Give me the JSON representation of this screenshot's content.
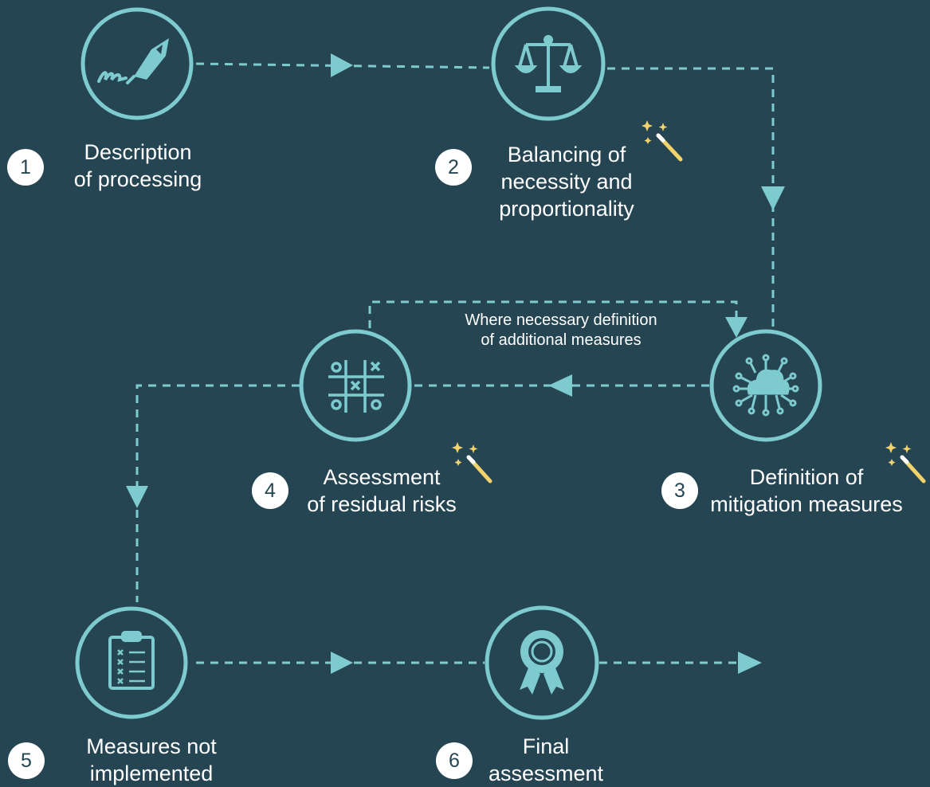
{
  "colors": {
    "background": "#264553",
    "accent": "#7ecbcf",
    "badge": "#ffffff",
    "sparkle": "#f3d36b"
  },
  "steps": [
    {
      "number": "1",
      "lines": [
        "Description",
        "of processing"
      ],
      "icon": "signature-pen-icon"
    },
    {
      "number": "2",
      "lines": [
        "Balancing of",
        "necessity and",
        "proportionality"
      ],
      "icon": "balance-scale-icon"
    },
    {
      "number": "3",
      "lines": [
        "Definition of",
        "mitigation measures"
      ],
      "icon": "cloud-network-icon"
    },
    {
      "number": "4",
      "lines": [
        "Assessment",
        "of residual risks"
      ],
      "icon": "tic-tac-toe-icon"
    },
    {
      "number": "5",
      "lines": [
        "Measures not",
        "implemented"
      ],
      "icon": "clipboard-checklist-icon"
    },
    {
      "number": "6",
      "lines": [
        "Final",
        "assessment"
      ],
      "icon": "award-ribbon-icon"
    }
  ],
  "loop_note": {
    "lines": [
      "Where necessary definition",
      "of additional measures"
    ]
  },
  "ai_markers": [
    "magic-wand-icon",
    "magic-wand-icon",
    "magic-wand-icon"
  ]
}
